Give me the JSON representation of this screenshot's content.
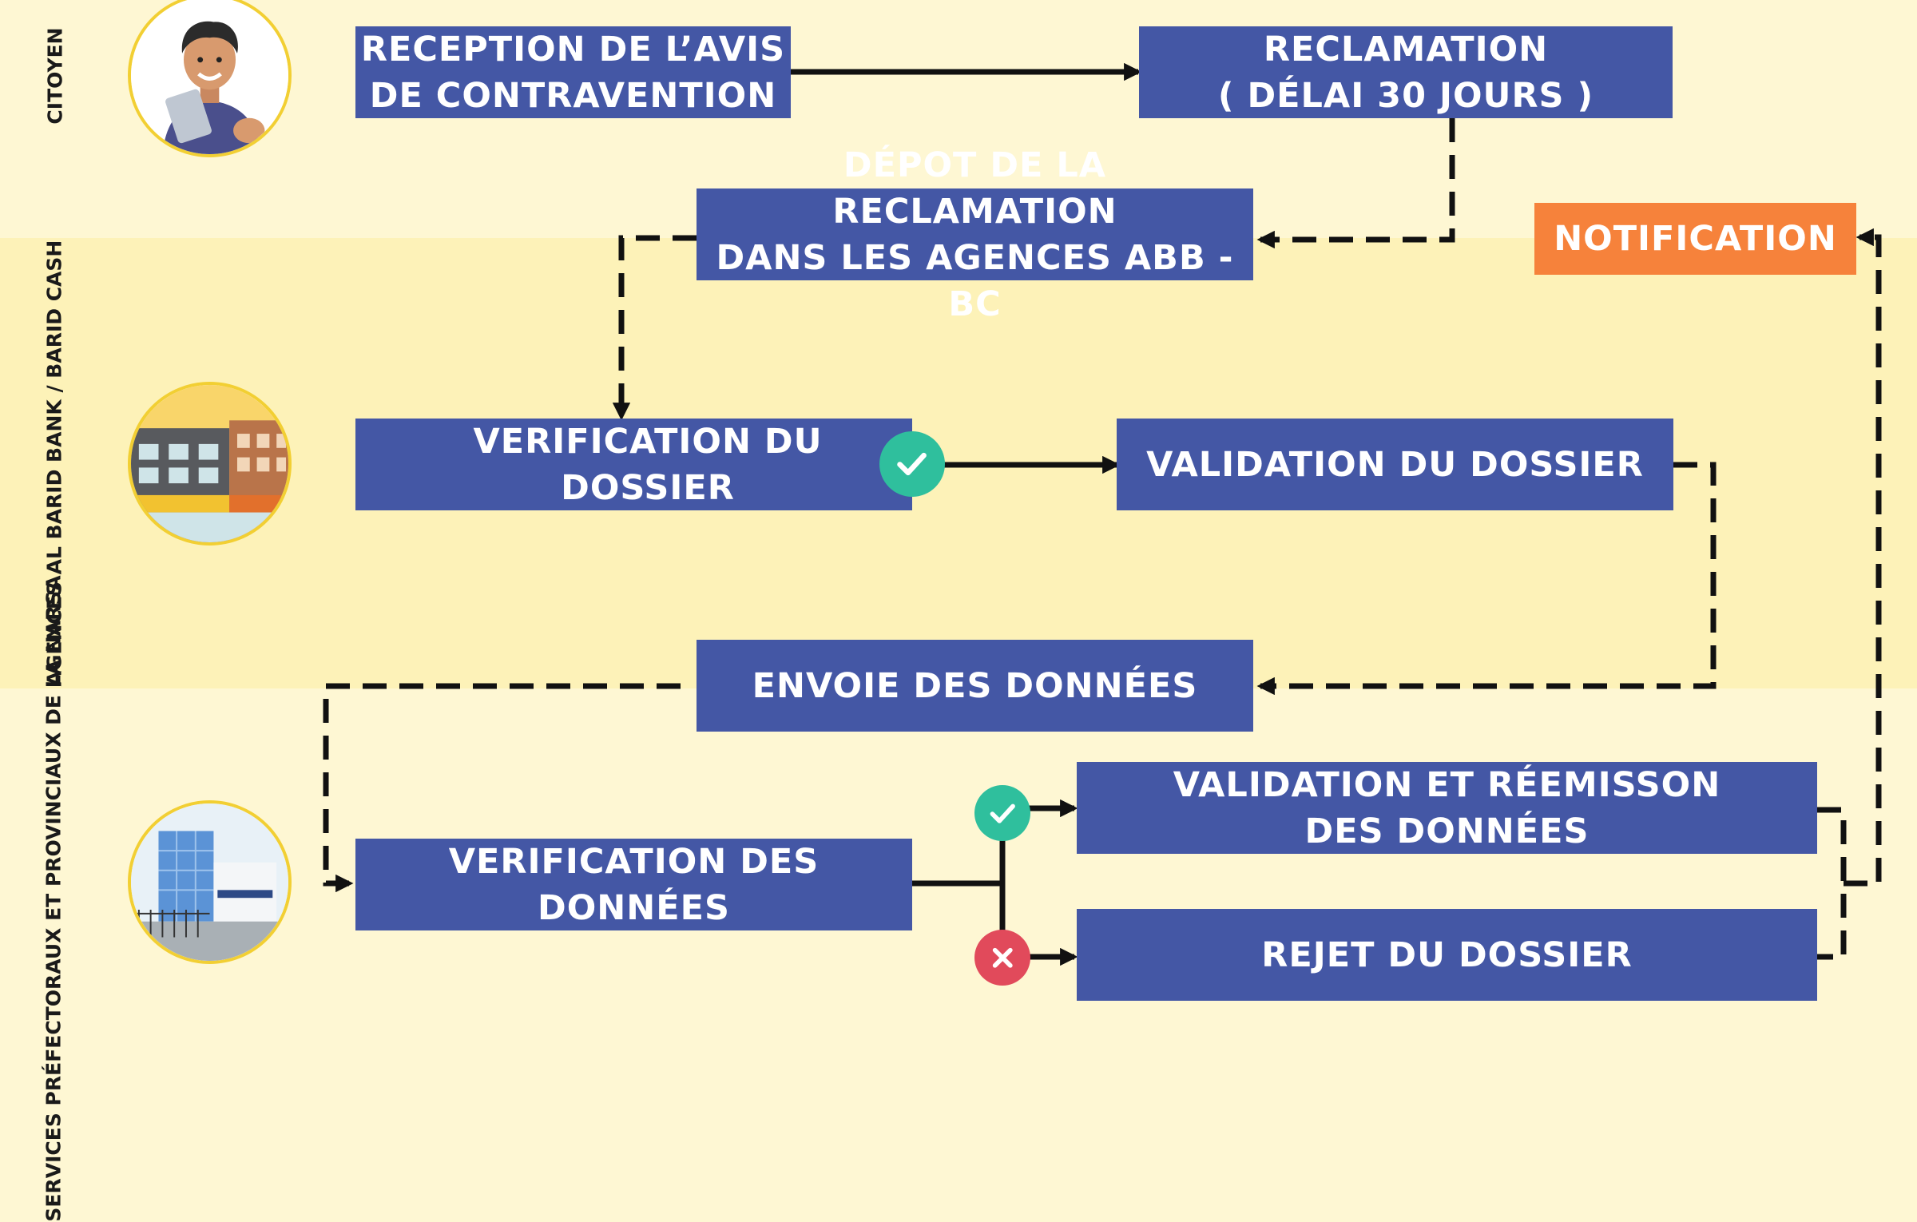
{
  "lanes": [
    {
      "label": "CITOYEN"
    },
    {
      "label": "AGENCES AL BARID\nBANK / BARID CASH"
    },
    {
      "label": "SERVICES PRÉFECTORAUX ET\nPROVINCIAUX DE LA NARSA"
    }
  ],
  "steps": {
    "reception": "RECEPTION DE L’AVIS\nDE CONTRAVENTION",
    "reclamation": "RECLAMATION\n( DÉLAI 30 JOURS )",
    "depot": "DÉPOT DE LA RECLAMATION\nDANS LES AGENCES ABB - BC",
    "notification": "NOTIFICATION",
    "verification_dossier": "VERIFICATION DU DOSSIER",
    "validation_dossier": "VALIDATION DU DOSSIER",
    "envoie_donnees": "ENVOIE DES DONNÉES",
    "verification_donnees": "VERIFICATION DES DONNÉES",
    "validation_reemission": "VALIDATION ET RÉEMISSON\nDES DONNÉES",
    "rejet": "REJET DU DOSSIER"
  },
  "colors": {
    "box": "#4457a5",
    "notification": "#f6823b",
    "lane_light": "#fef7d3",
    "lane_mid": "#fdf2b8",
    "check": "#2fbf9d",
    "cross": "#e14a5b",
    "avatar_ring": "#f2cf33"
  },
  "icons": {
    "citizen": "person-with-tablet-icon",
    "agency": "bank-agency-building-icon",
    "narsa": "narsa-office-building-icon",
    "check": "check-icon",
    "cross": "cross-icon"
  }
}
